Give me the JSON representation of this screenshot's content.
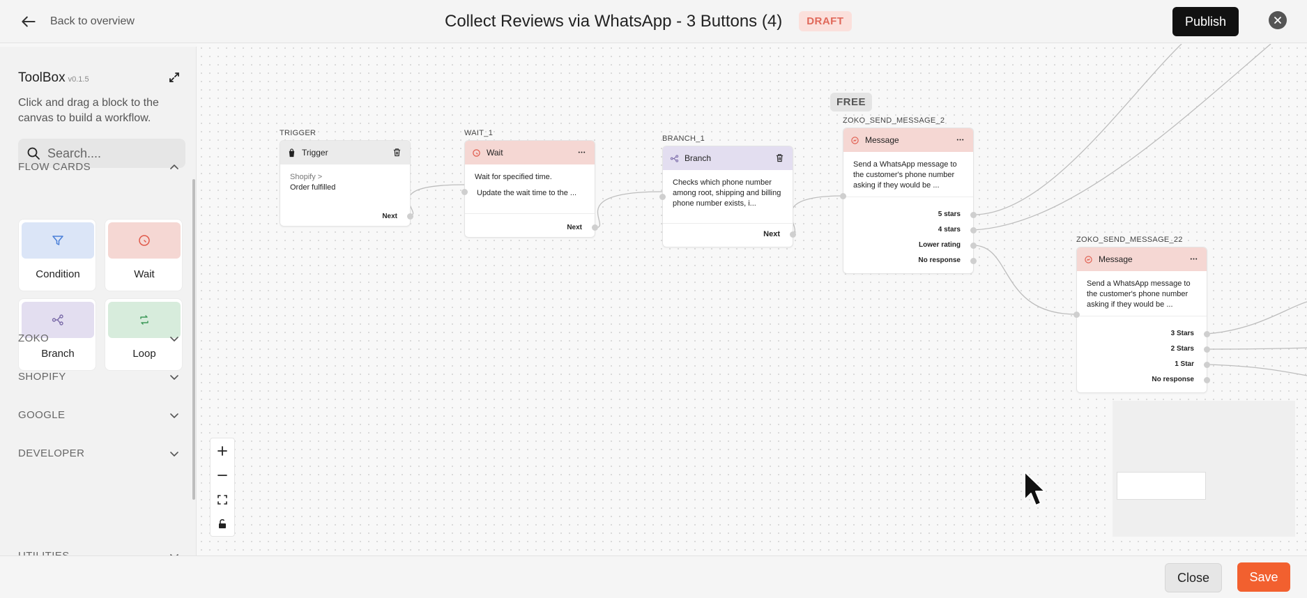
{
  "header": {
    "back_label": "Back to overview",
    "title": "Collect Reviews via WhatsApp - 3 Buttons (4)",
    "status_badge": "DRAFT",
    "publish_label": "Publish"
  },
  "toolbox": {
    "title": "ToolBox",
    "version": "v0.1.5",
    "description": "Click and drag a block to the canvas to build a workflow.",
    "search_placeholder": "Search....",
    "sections": {
      "flow_cards": "FLOW CARDS",
      "zoko": "ZOKO",
      "shopify": "SHOPIFY",
      "google": "GOOGLE",
      "developer": "DEVELOPER",
      "utilities": "UTILITIES"
    },
    "cards": [
      {
        "label": "Condition",
        "color": "#dbe5f7",
        "icon": "filter-icon"
      },
      {
        "label": "Wait",
        "color": "#f5d7d3",
        "icon": "clock-icon"
      },
      {
        "label": "Branch",
        "color": "#e3def0",
        "icon": "branch-icon"
      },
      {
        "label": "Loop",
        "color": "#d7ecdc",
        "icon": "loop-icon"
      }
    ]
  },
  "canvas": {
    "plan_badge": "FREE",
    "nodes": {
      "trigger": {
        "id_label": "TRIGGER",
        "title": "Trigger",
        "source": "Shopify >",
        "event": "Order fulfilled",
        "output": "Next"
      },
      "wait": {
        "id_label": "WAIT_1",
        "title": "Wait",
        "line1": "Wait for specified time.",
        "line2": "Update the wait time to the ...",
        "output": "Next"
      },
      "branch": {
        "id_label": "BRANCH_1",
        "title": "Branch",
        "body": "Checks which phone number among root, shipping and billing phone number exists, i...",
        "output": "Next"
      },
      "message_2": {
        "id_label": "ZOKO_SEND_MESSAGE_2",
        "title": "Message",
        "body": "Send a WhatsApp message to the customer's phone number asking if they would be ...",
        "outputs": [
          "5 stars",
          "4 stars",
          "Lower rating",
          "No response"
        ]
      },
      "message_22": {
        "id_label": "ZOKO_SEND_MESSAGE_22",
        "title": "Message",
        "body": "Send a WhatsApp message to the customer's phone number asking if they would be ...",
        "outputs": [
          "3 Stars",
          "2 Stars",
          "1 Star",
          "No response"
        ]
      }
    }
  },
  "footer": {
    "close_label": "Close",
    "save_label": "Save"
  },
  "colors": {
    "accent": "#f2602f",
    "draft_bg": "#fbe0dc",
    "draft_text": "#e0685a",
    "trigger_header": "#ebebeb",
    "wait_header": "#f5d7d3",
    "branch_header": "#e3def0",
    "message_header": "#f5d7d3"
  }
}
